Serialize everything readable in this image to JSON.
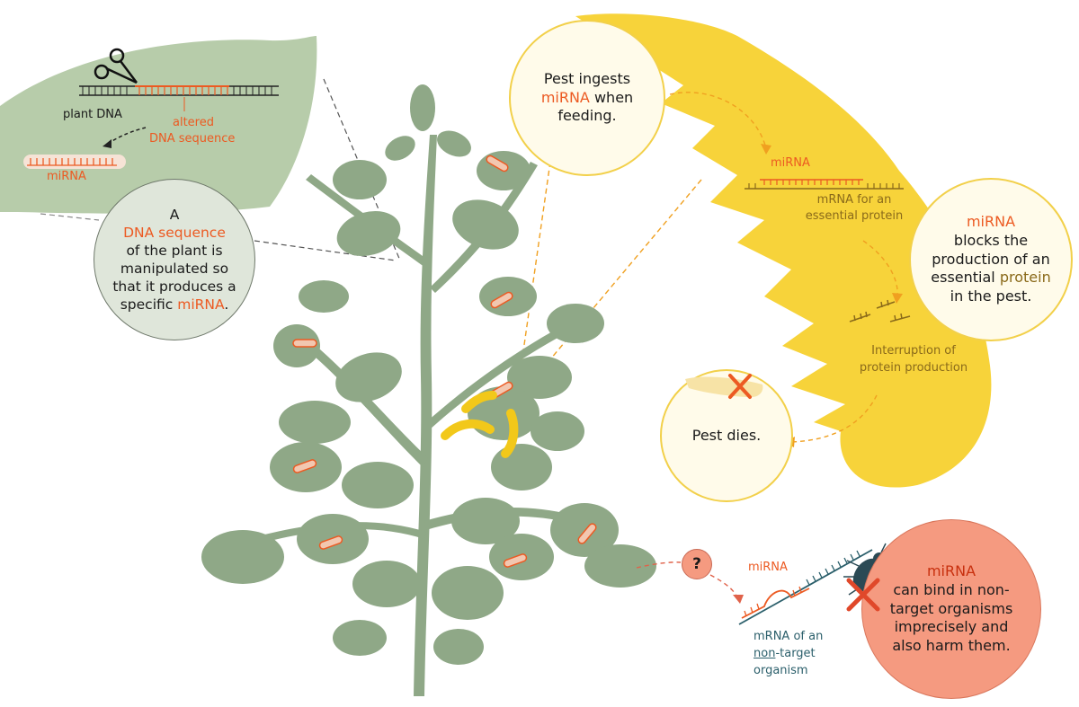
{
  "dna_panel": {
    "plant_dna_label": "plant DNA",
    "altered_label_line1": "altered",
    "altered_label_line2": "DNA sequence",
    "mirna_label": "miRNA"
  },
  "dna_bubble": {
    "line1": "A",
    "highlight": "DNA sequence",
    "line3": "of the plant is",
    "line4": "manipulated so",
    "line5": "that it produces a",
    "line6_prefix": "specific ",
    "line6_highlight": "miRNA",
    "line6_suffix": "."
  },
  "pest_bubble": {
    "line1": "Pest ingests",
    "highlight": "miRNA",
    "line2_suffix": " when",
    "line3": "feeding."
  },
  "yellow_panel": {
    "mirna_label": "miRNA",
    "mrna_label_line1": "mRNA for an",
    "mrna_label_line2": "essential protein",
    "interruption_line1": "Interruption of",
    "interruption_line2": "protein production"
  },
  "block_bubble": {
    "highlight": "miRNA",
    "line2": "blocks the",
    "line3": "production of an",
    "line4_prefix": "essential ",
    "line4_highlight": "protein",
    "line5": "in the pest."
  },
  "dies_bubble": {
    "text": "Pest dies."
  },
  "question": {
    "text": "?"
  },
  "nontarget_panel": {
    "mirna_label": "miRNA",
    "mrna_line1": "mRNA of an",
    "mrna_non": "non",
    "mrna_line2_suffix": "-target",
    "mrna_line3": "organism"
  },
  "nontarget_bubble": {
    "highlight": "miRNA",
    "line2": "can bind in non-",
    "line3": "target organisms",
    "line4": "imprecisely and",
    "line5": "also harm them."
  },
  "colors": {
    "plant_green": "#8fa887",
    "highlight_orange": "#ec5a22",
    "pest_yellow": "#f7d33a",
    "protein_brown": "#8a6a1a",
    "nontarget_teal": "#2b5f6b",
    "bubble_salmon": "#f59a80"
  }
}
